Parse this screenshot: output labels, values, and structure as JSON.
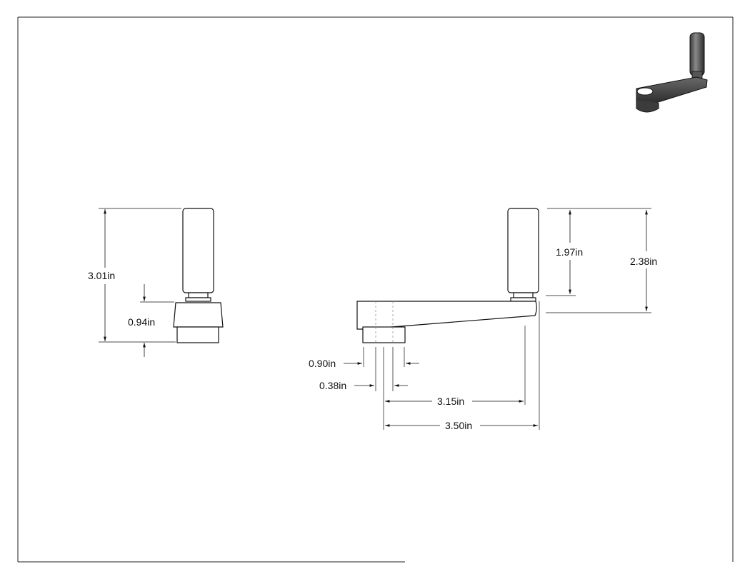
{
  "dimensions": {
    "side_overall_height": "3.01in",
    "side_hub_height": "0.94in",
    "front_grip_height": "1.97in",
    "front_overall_height": "2.38in",
    "hub_outer_diameter": "0.90in",
    "bore_diameter": "0.38in",
    "crank_radius": "3.15in",
    "overall_length": "3.50in"
  }
}
